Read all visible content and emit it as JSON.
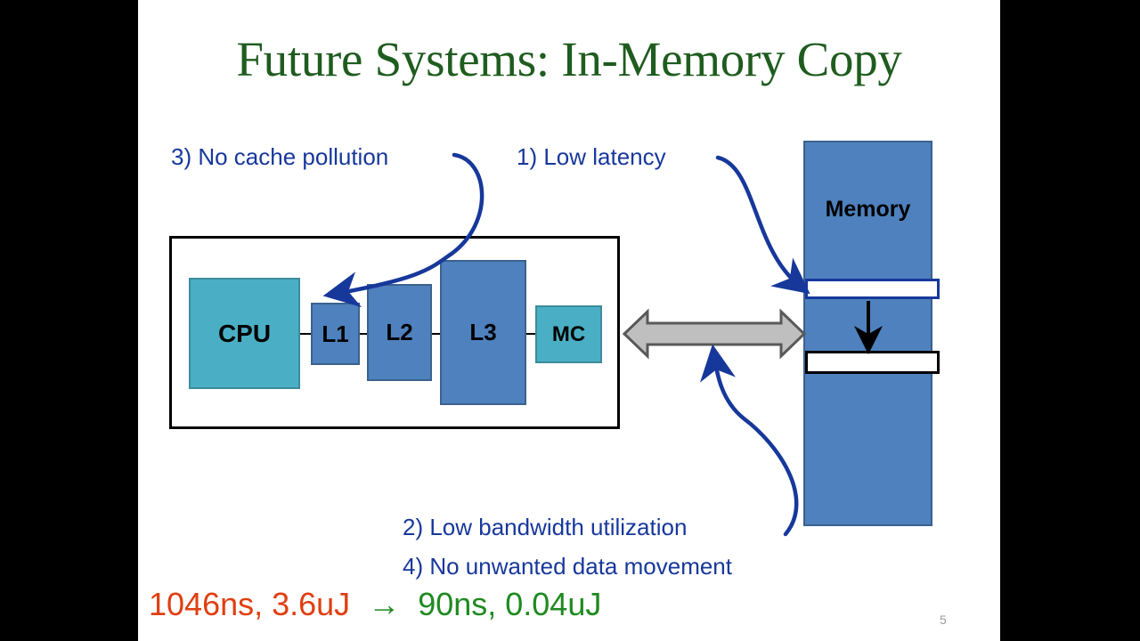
{
  "slide": {
    "title": "Future Systems: In-Memory Copy",
    "page_number": "5",
    "title_color": "#1f5c1f",
    "annotation_color": "#17389b",
    "background": "#ffffff",
    "letterbox_color": "#000000"
  },
  "annotations": [
    {
      "id": "annot-1",
      "text": "1) Low latency"
    },
    {
      "id": "annot-2",
      "text": "2) Low bandwidth utilization"
    },
    {
      "id": "annot-3",
      "text": "3) No cache pollution"
    },
    {
      "id": "annot-4",
      "text": "4) No unwanted data movement"
    }
  ],
  "chip": {
    "blocks": [
      {
        "id": "cpu",
        "label": "CPU",
        "fill": "#4aafc4"
      },
      {
        "id": "l1",
        "label": "L1",
        "fill": "#4e81bd"
      },
      {
        "id": "l2",
        "label": "L2",
        "fill": "#4e81bd"
      },
      {
        "id": "l3",
        "label": "L3",
        "fill": "#4e81bd"
      },
      {
        "id": "mc",
        "label": "MC",
        "fill": "#4aafc4"
      }
    ]
  },
  "memory": {
    "label": "Memory",
    "fill": "#4e81bd",
    "source_row_border": "#17389b",
    "dest_row_border": "#000000"
  },
  "bus": {
    "type": "bidirectional-arrow",
    "fill": "#bfbfbf",
    "stroke": "#595959"
  },
  "result": {
    "before": "1046ns, 3.6uJ",
    "arrow": "→",
    "after": "90ns, 0.04uJ",
    "before_color": "#e03e11",
    "after_color": "#1f8a21"
  }
}
